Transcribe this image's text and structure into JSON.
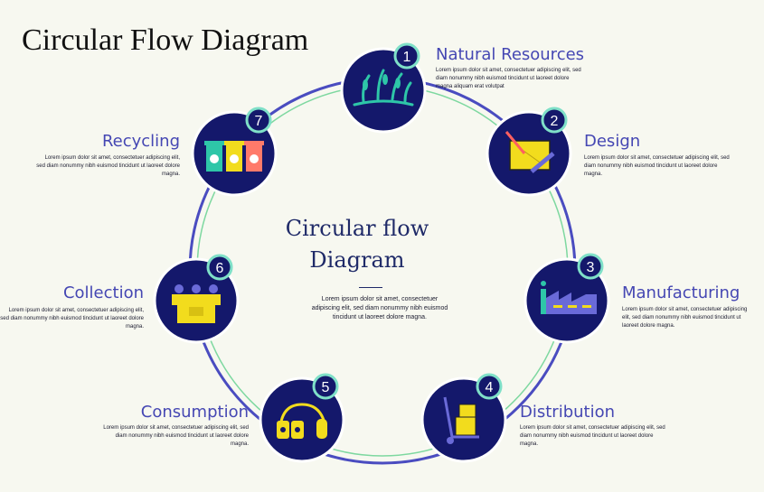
{
  "title": "Circular Flow Diagram",
  "center": {
    "title_line1": "Circular flow",
    "title_line2": "Diagram",
    "description": "Lorem ipsum dolor sit amet, consectetuer adipiscing elit, sed diam nonummy nibh euismod tincidunt ut laoreet dolore magna."
  },
  "steps": [
    {
      "number": "1",
      "title": "Natural Resources",
      "icon": "plant-sprouts-icon",
      "description": "Lorem ipsum dolor sit amet, consectetuer adipiscing elit, sed diam nonummy nibh euismod tincidunt ut laoreet dolore magna aliquam erat volutpat"
    },
    {
      "number": "2",
      "title": "Design",
      "icon": "drafting-board-icon",
      "description": "Lorem ipsum dolor sit amet, consectetuer adipiscing elit, sed diam nonummy nibh euismod tincidunt ut laoreet dolore magna."
    },
    {
      "number": "3",
      "title": "Manufacturing",
      "icon": "factory-icon",
      "description": "Lorem ipsum dolor sit amet, consectetuer adipiscing elit, sed diam nonummy nibh euismod tincidunt ut laoreet dolore magna."
    },
    {
      "number": "4",
      "title": "Distribution",
      "icon": "hand-truck-boxes-icon",
      "description": "Lorem ipsum dolor sit amet, consectetuer adipiscing elit, sed diam nonummy nibh euismod tincidunt ut laoreet dolore magna."
    },
    {
      "number": "5",
      "title": "Consumption",
      "icon": "headphones-icon",
      "description": "Lorem ipsum dolor sit amet, consectetuer adipiscing elit, sed diam nonummy nibh euismod tincidunt ut laoreet dolore magna."
    },
    {
      "number": "6",
      "title": "Collection",
      "icon": "collection-box-icon",
      "description": "Lorem ipsum dolor sit amet, consectetuer adipiscing elit, sed diam nonummy nibh euismod tincidunt ut laoreet dolore magna."
    },
    {
      "number": "7",
      "title": "Recycling",
      "icon": "recycling-bins-icon",
      "description": "Lorem ipsum dolor sit amet, consectetuer adipiscing elit, sed diam nonummy nibh euismod tincidunt ut laoreet dolore magna."
    }
  ],
  "colors": {
    "node_fill": "#14186b",
    "ring": "#4a4cc0",
    "inner_ring": "#7ed8a0",
    "badge_fill": "#14186b",
    "badge_stroke": "#7fe0c8",
    "title_text": "#4547b3",
    "icon_yellow": "#f2dc1d",
    "icon_teal": "#2ec6a8"
  }
}
